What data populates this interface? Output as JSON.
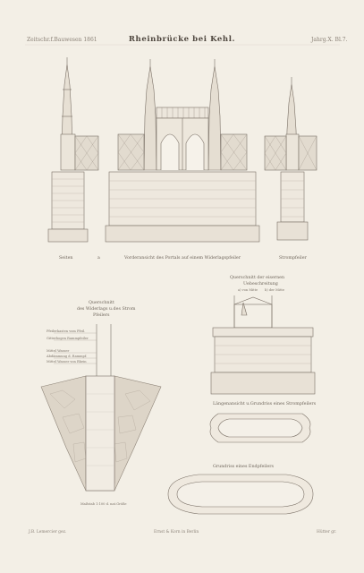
{
  "header": {
    "left": "Zeitschr.f.Bauwesen 1861",
    "title": "Rheinbrücke bei Kehl.",
    "right": "Jahrg.X. Bl.7."
  },
  "upper_section": {
    "left_caption": "Seiten",
    "left_marker": "a",
    "center_caption": "Vorderansicht des Portals auf einem Widerlagspfeiler",
    "right_caption": "Strompfeiler"
  },
  "cross_section": {
    "title_line1": "Querschnitt",
    "title_line2": "des Widerlags u.des Strom",
    "title_line3": "Pfeilers",
    "labels": [
      "Pfeilerkasten vom Pfeil.",
      "Gitterbogen Rammpfeiler",
      "Mittel Wasser",
      "Abdämmung d. Rammpf.",
      "Mittel Wasser von Rhein"
    ],
    "footer": "Maßstab 1:100 d. nat.Größe"
  },
  "right_section": {
    "title_line1": "Querschnitt der eisernen",
    "title_line2": "Uebeschreitung",
    "small_left": "a) von Mitte",
    "small_right": "b) der Mitte",
    "caption_middle": "Längenansicht u.Grundriss eines Strompfeilers",
    "caption_bottom": "Grundriss eines Endpfeilers"
  },
  "footer": {
    "left": "J.B. Lemercier gez.",
    "center": "Ernst & Korn in Berlin",
    "right": "Hütter gr."
  }
}
